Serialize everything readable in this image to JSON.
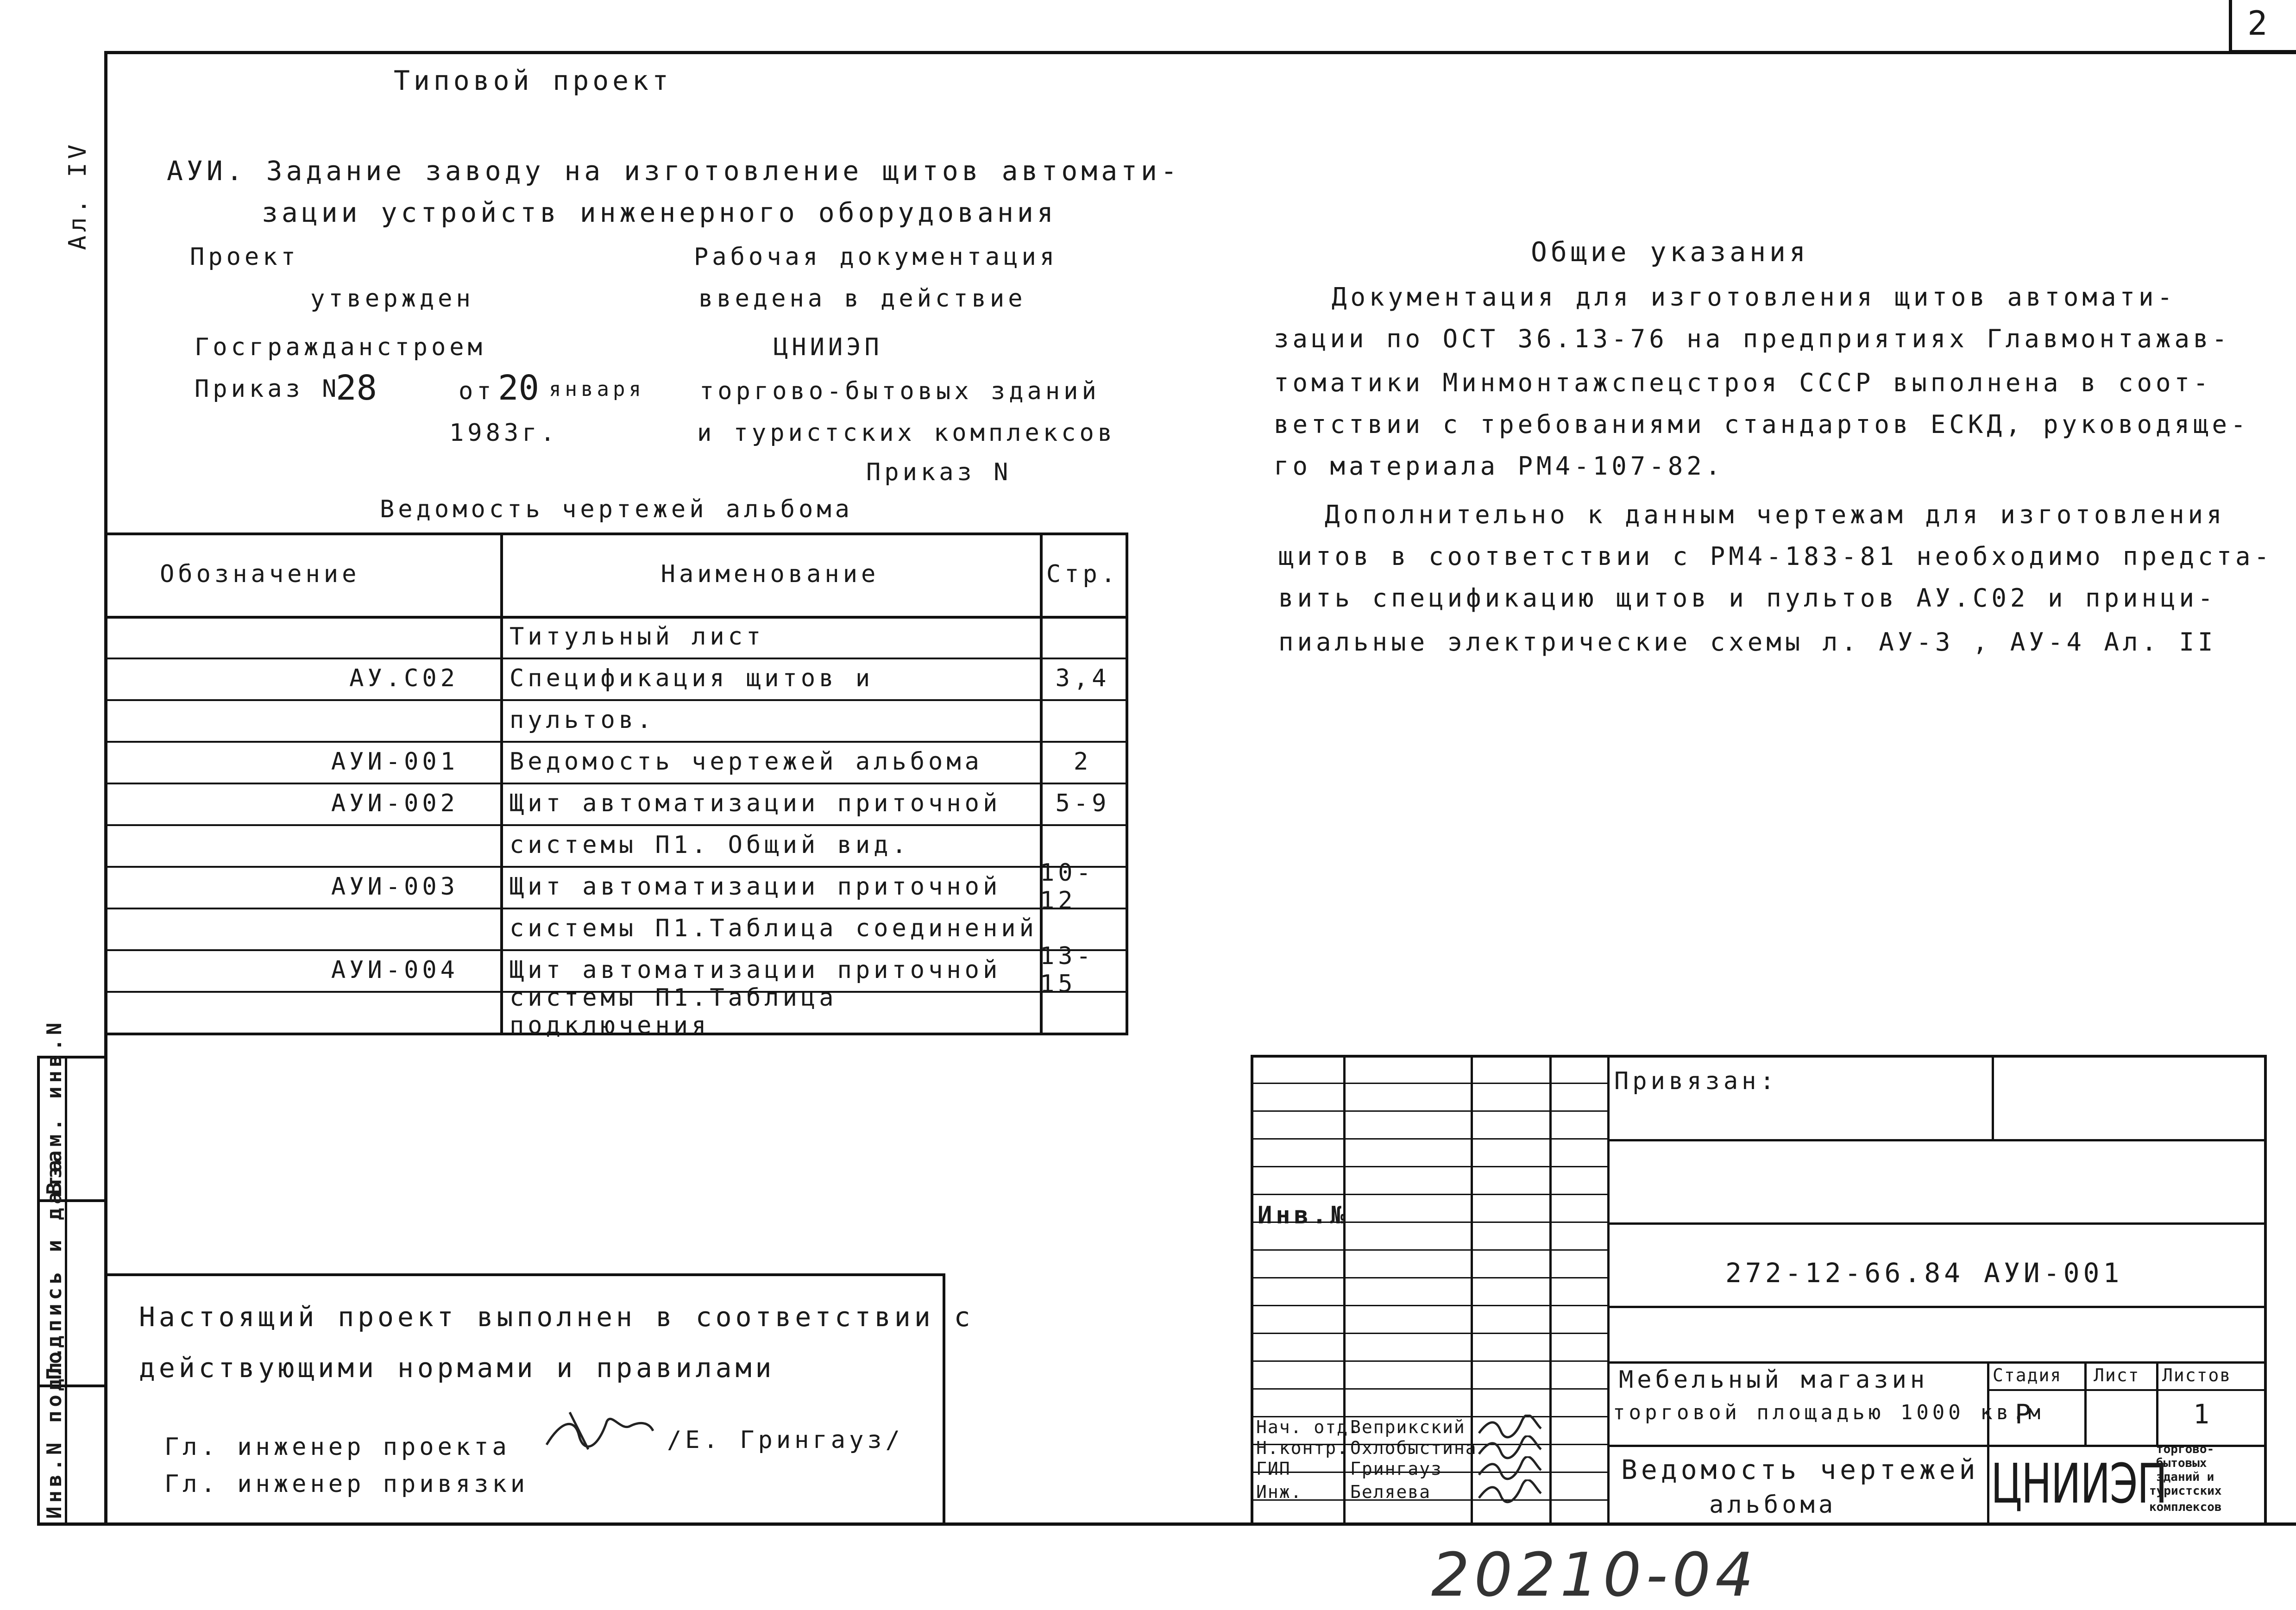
{
  "sheet_number": "2",
  "album_mark": "Ал. IV",
  "project": {
    "type": "Типовой проект",
    "title_line1": "АУИ. Задание заводу на изготовление щитов автомати-",
    "title_line2": "зации устройств инженерного оборудования",
    "approved_l1": "Проект",
    "approved_l2": "утвержден",
    "approved_l3": "Госгражданстроем",
    "order_label": "Приказ N",
    "order_num": "28",
    "order_from": "от",
    "order_day": "20",
    "order_month": "января",
    "order_year": "1983г.",
    "rd_l1": "Рабочая документация",
    "rd_l2": "введена в действие",
    "rd_l3": "ЦНИИЭП",
    "rd_l4": "торгово-бытовых зданий",
    "rd_l5": "и туристских комплексов",
    "rd_l6": "Приказ N"
  },
  "drawings_list": {
    "title": "Ведомость чертежей альбома",
    "headers": {
      "code": "Обозначение",
      "name": "Наименование",
      "page": "Стр."
    },
    "rows": [
      {
        "code": "",
        "name": "Титульный лист",
        "page": ""
      },
      {
        "code": "АУ.С02",
        "name": "Спецификация щитов и",
        "page": "3,4"
      },
      {
        "code": "",
        "name": "пультов.",
        "page": ""
      },
      {
        "code": "АУИ-001",
        "name": "Ведомость чертежей альбома",
        "page": "2"
      },
      {
        "code": "АУИ-002",
        "name": "Щит автоматизации приточной",
        "page": "5-9"
      },
      {
        "code": "",
        "name": "системы П1. Общий вид.",
        "page": ""
      },
      {
        "code": "АУИ-003",
        "name": "Щит автоматизации приточной",
        "page": "10-12"
      },
      {
        "code": "",
        "name": "системы П1.Таблица соединений",
        "page": ""
      },
      {
        "code": "АУИ-004",
        "name": "Щит автоматизации приточной",
        "page": "13-15"
      },
      {
        "code": "",
        "name": "системы П1.Таблица подключения",
        "page": ""
      }
    ]
  },
  "general_notes": {
    "title": "Общие указания",
    "lines": [
      "Документация для изготовления щитов автомати-",
      "зации по ОСТ 36.13-76 на предприятиях Главмонтажав-",
      "томатики Минмонтажспецстроя СССР выполнена в соот-",
      "ветствии с требованиями стандартов ЕСКД, руководяще-",
      "го материала РМ4-107-82.",
      "Дополнительно к данным чертежам для изготовления",
      "щитов в соответствии с РМ4-183-81 необходимо предста-",
      "вить спецификацию щитов и пультов АУ.С02 и принци-",
      "пиальные электрические схемы л. АУ-3 , АУ-4 Ал. II"
    ]
  },
  "compliance": {
    "line1": "Настоящий проект выполнен в соответствии с",
    "line2": "действующими нормами и правилами",
    "chief_project": "Гл. инженер проекта",
    "chief_name": "/Е. Грингауз/",
    "chief_binding": "Гл. инженер привязки"
  },
  "side_stamp": {
    "inv_original": "Инв.N подл.",
    "sign_date": "Подпись и дата",
    "replace_inv": "Взам. инв.N"
  },
  "title_block": {
    "bound_to": "Привязан:",
    "inv_no": "Инв.№",
    "doc_code": "272-12-66.84 АУИ-001",
    "object_line1": "Мебельный магазин",
    "object_line2": "торговой площадью 1000 кв.м",
    "stage_label": "Стадия",
    "sheet_label": "Лист",
    "sheets_label": "Листов",
    "stage_value": "Р",
    "sheets_value": "1",
    "doc_title_line1": "Ведомость чертежей",
    "doc_title_line2": "альбома",
    "org_logo": "ЦНИИЭП",
    "org_sub1": "торгово-",
    "org_sub2": "бытовых",
    "org_sub3": "зданий и",
    "org_sub4": "туристских",
    "org_sub5": "комплексов",
    "roles": [
      {
        "role": "Нач. отд.",
        "name": "Веприкский"
      },
      {
        "role": "Н.контр.",
        "name": "Охлобыстина"
      },
      {
        "role": "ГИП",
        "name": "Грингауз"
      },
      {
        "role": "Инж.",
        "name": "Беляева"
      }
    ]
  },
  "footer_number": "20210-04"
}
